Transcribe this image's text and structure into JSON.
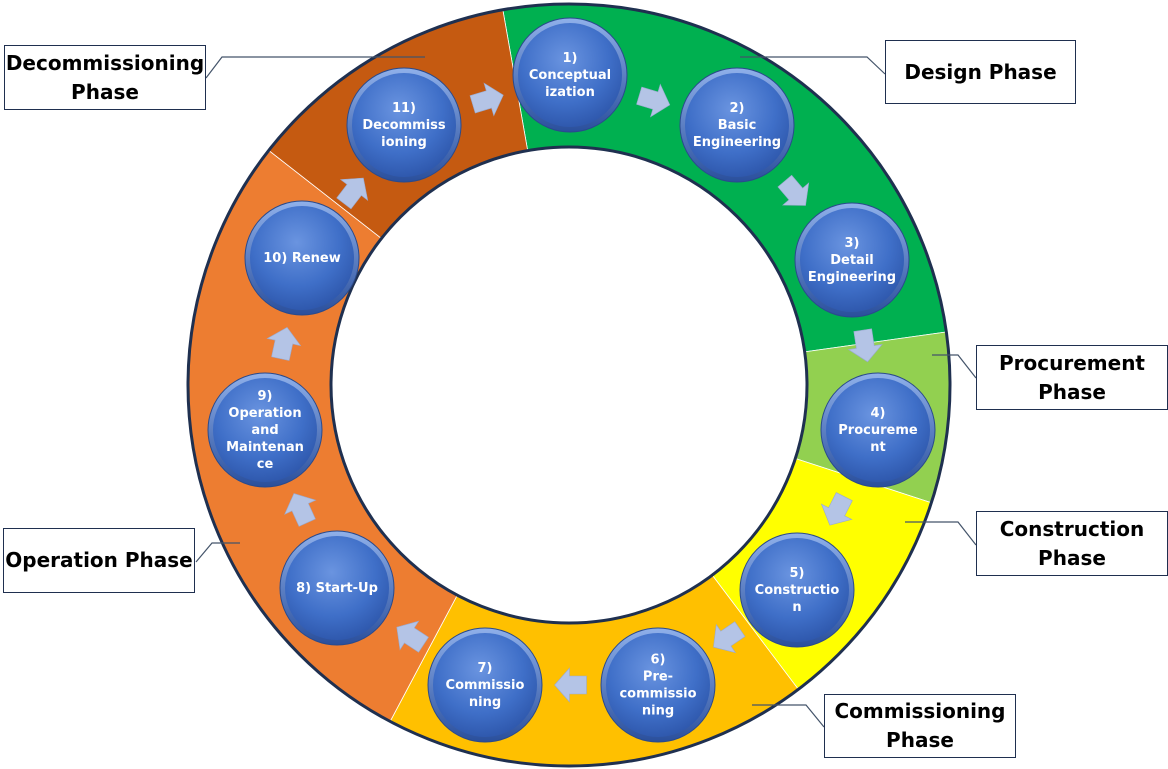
{
  "diagram": {
    "title": "Project lifecycle phases cycle",
    "colors": {
      "ring_border": "#1f3050",
      "step_circle": "#3f6fc8",
      "step_circle_light": "#6a94e0",
      "step_circle_dark": "#2c54a8",
      "arrow": "#b4c4e6",
      "connector": "#44546a"
    },
    "phases": [
      {
        "id": "design",
        "label": "Design Phase",
        "color": "#00b050"
      },
      {
        "id": "procurement",
        "label": "Procurement\nPhase",
        "color": "#92d050"
      },
      {
        "id": "construction",
        "label": "Construction\nPhase",
        "color": "#ffff00"
      },
      {
        "id": "commissioning",
        "label": "Commissioning\nPhase",
        "color": "#ffc000"
      },
      {
        "id": "operation",
        "label": "Operation Phase",
        "color": "#ed7d31"
      },
      {
        "id": "decommissioning",
        "label": "Decommissioning\nPhase",
        "color": "#c55a11"
      }
    ],
    "steps": [
      {
        "number": "1)",
        "lines": [
          "1)",
          "Conceptual",
          "ization"
        ],
        "phase": "design"
      },
      {
        "number": "2)",
        "lines": [
          "2)",
          "Basic",
          "Engineering"
        ],
        "phase": "design"
      },
      {
        "number": "3)",
        "lines": [
          "3)",
          "Detail",
          "Engineering"
        ],
        "phase": "design"
      },
      {
        "number": "4)",
        "lines": [
          "4)",
          "Procureme",
          "nt"
        ],
        "phase": "procurement"
      },
      {
        "number": "5)",
        "lines": [
          "5)",
          "Constructio",
          "n"
        ],
        "phase": "construction"
      },
      {
        "number": "6)",
        "lines": [
          "6)",
          "Pre-",
          "commissio",
          "ning"
        ],
        "phase": "commissioning"
      },
      {
        "number": "7)",
        "lines": [
          "7)",
          "Commissio",
          "ning"
        ],
        "phase": "commissioning"
      },
      {
        "number": "8)",
        "lines": [
          "8) Start-Up"
        ],
        "phase": "operation"
      },
      {
        "number": "9)",
        "lines": [
          "9)",
          "Operation",
          "and",
          "Maintenan",
          "ce"
        ],
        "phase": "operation"
      },
      {
        "number": "10)",
        "lines": [
          "10) Renew"
        ],
        "phase": "operation"
      },
      {
        "number": "11)",
        "lines": [
          "11)",
          "Decommiss",
          "ioning"
        ],
        "phase": "decommissioning"
      }
    ]
  }
}
